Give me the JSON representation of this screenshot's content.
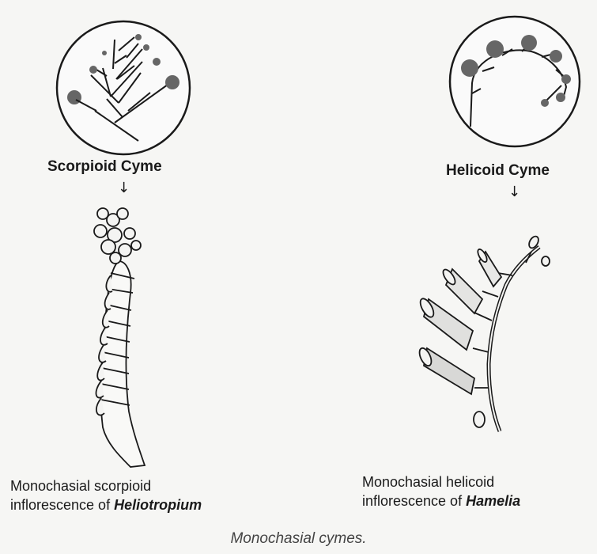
{
  "left": {
    "title": "Scorpioid Cyme",
    "arrow": "↓",
    "desc_line1": "Monochasial scorpioid",
    "desc_line2_prefix": "inflorescence of ",
    "desc_line2_genus": "Heliotropium"
  },
  "right": {
    "title": "Helicoid Cyme",
    "arrow": "↓",
    "desc_line1": "Monochasial helicoid",
    "desc_line2_prefix": "inflorescence of ",
    "desc_line2_genus": "Hamelia"
  },
  "caption": "Monochasial cymes."
}
